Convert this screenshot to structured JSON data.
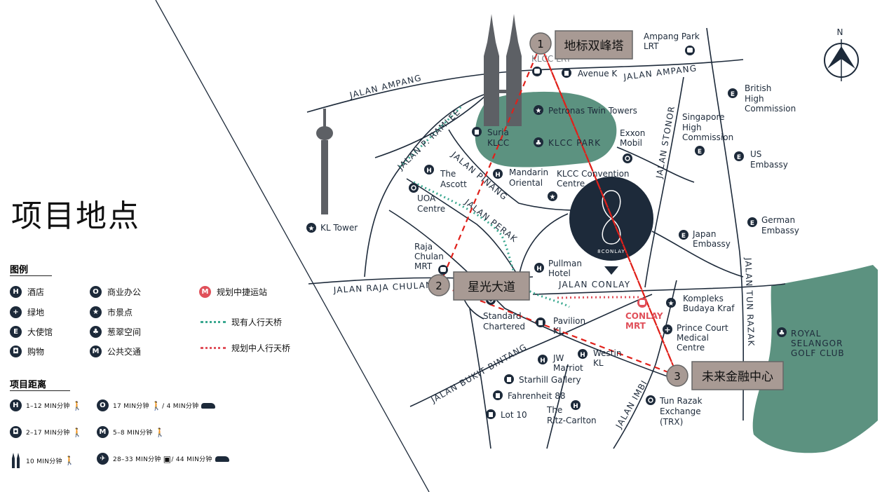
{
  "page": {
    "title": "项目地点"
  },
  "colors": {
    "navy": "#1d2a3a",
    "park_green": "#5c9280",
    "walkway_existing": "#3aa890",
    "walkway_planned": "#e0505a",
    "route": "#e0201a",
    "callout_bg": "#a89a94"
  },
  "legend": {
    "heading": "图例",
    "items": [
      {
        "icon": "hotel-icon",
        "glyph": "H",
        "label": "酒店"
      },
      {
        "icon": "office-icon",
        "glyph": "O",
        "label": "商业办公"
      },
      {
        "icon": "planned-station-icon",
        "glyph": "M",
        "label": "规划中捷运站"
      },
      {
        "icon": "green-icon",
        "glyph": "+",
        "label": "绿地"
      },
      {
        "icon": "attraction-icon",
        "glyph": "★",
        "label": "市景点"
      },
      {
        "icon": "existing-walkway-line",
        "glyph": "",
        "label": "现有人行天桥"
      },
      {
        "icon": "embassy-icon",
        "glyph": "E",
        "label": "大使馆"
      },
      {
        "icon": "green-space-icon",
        "glyph": "♣",
        "label": "葱翠空间"
      },
      {
        "icon": "planned-walkway-line",
        "glyph": "",
        "label": "规划中人行天桥"
      },
      {
        "icon": "shopping-icon",
        "glyph": "◘",
        "label": "购物"
      },
      {
        "icon": "transit-icon",
        "glyph": "M",
        "label": "公共交通"
      }
    ]
  },
  "distance": {
    "heading": "项目距离",
    "items": [
      {
        "icon": "hotel-icon",
        "glyph": "H",
        "text": "1–12 MIN分钟"
      },
      {
        "icon": "office-icon",
        "glyph": "O",
        "text": "17 MIN分钟",
        "text2": "/ 4 MIN分钟"
      },
      {
        "icon": "shopping-icon",
        "glyph": "◘",
        "text": "2–17 MIN分钟"
      },
      {
        "icon": "transit-icon",
        "glyph": "M",
        "text": "5–8 MIN分钟"
      },
      {
        "icon": "twin-towers-icon",
        "glyph": "",
        "text": "10 MIN分钟"
      },
      {
        "icon": "airplane-icon",
        "glyph": "✈",
        "text": "28–33 MIN分钟",
        "text2": "/ 44 MIN分钟"
      }
    ]
  },
  "roads": {
    "ampang1": "JALAN AMPANG",
    "ampang2": "JALAN AMPANG",
    "ramlee": "JALAN P. RAMLEE",
    "pinang": "JALAN PINANG",
    "perak": "JALAN PERAK",
    "stonor": "JALAN STONOR",
    "raja_chulan": "JALAN RAJA CHULAN",
    "conlay": "JALAN CONLAY",
    "bukit_bintang": "JALAN BUKIT BINTANG",
    "imbi": "JALAN IMBI",
    "tun_razak": "JALAN TUN RAZAK"
  },
  "places": {
    "ampang_park": [
      "Ampang Park",
      "LRT"
    ],
    "klcc_lrt": "KLCC LRT",
    "avenue_k": "Avenue K",
    "petronas": "Petronas Twin Towers",
    "suria": [
      "Suria",
      "KLCC"
    ],
    "klcc_park": "KLCC PARK",
    "exxon": [
      "Exxon",
      "Mobil"
    ],
    "the_ascott": [
      "The",
      "Ascott"
    ],
    "mandarin": [
      "Mandarin",
      "Oriental"
    ],
    "convention": [
      "KLCC Convention",
      "Centre"
    ],
    "uoa": [
      "UOA",
      "Centre"
    ],
    "kl_tower": "KL Tower",
    "raja_chulan_mrt": [
      "Raja",
      "Chulan",
      "MRT"
    ],
    "pullman": [
      "Pullman",
      "Hotel"
    ],
    "standard": [
      "Standard",
      "Chartered"
    ],
    "pavilion": [
      "Pavilion",
      "KL"
    ],
    "conlay_mrt": [
      "CONLAY",
      "MRT"
    ],
    "kompleks": [
      "Kompleks",
      "Budaya Kraf"
    ],
    "prince_court": [
      "Prince Court",
      "Medical",
      "Centre"
    ],
    "westin": [
      "Westin",
      "KL"
    ],
    "jw": [
      "JW",
      "Marriot"
    ],
    "starhill": "Starhill Gallery",
    "fahrenheit": "Fahrenheit 88",
    "lot10": "Lot 10",
    "ritz": [
      "The",
      "Ritz-Carlton"
    ],
    "trx": [
      "Tun Razak",
      "Exchange",
      "(TRX)"
    ],
    "british": [
      "British",
      "High",
      "Commission"
    ],
    "singapore": [
      "Singapore",
      "High",
      "Commission"
    ],
    "us": [
      "US",
      "Embassy"
    ],
    "german": [
      "German",
      "Embassy"
    ],
    "japan": [
      "Japan",
      "Embassy"
    ],
    "royal": [
      "ROYAL",
      "SELANGOR",
      "GOLF CLUB"
    ],
    "site": "8CONLAY",
    "north": "N"
  },
  "callouts": [
    {
      "num": "1",
      "label": "地标双峰塔"
    },
    {
      "num": "2",
      "label": "星光大道"
    },
    {
      "num": "3",
      "label": "未来金融中心"
    }
  ]
}
